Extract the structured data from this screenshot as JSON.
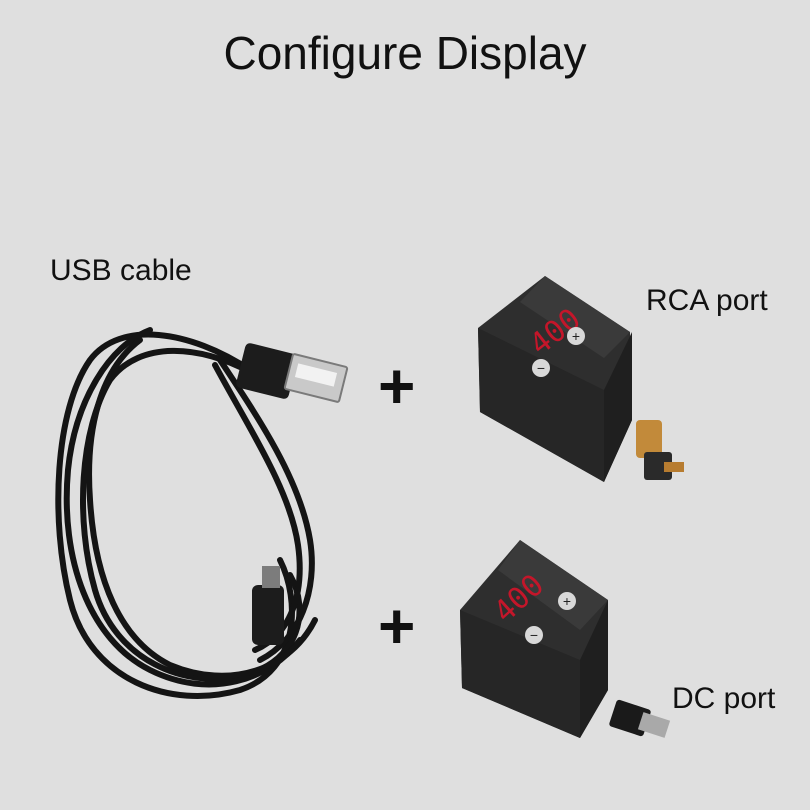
{
  "title": "Configure Display",
  "labels": {
    "usb_cable": "USB cable",
    "rca_port": "RCA port",
    "dc_port": "DC port"
  },
  "plus_sign": "+",
  "devices": {
    "rca": {
      "display_value": "400",
      "plus_button": "+",
      "minus_button": "−"
    },
    "dc": {
      "display_value": "400",
      "plus_button": "+",
      "minus_button": "−"
    }
  },
  "colors": {
    "background": "#dfdfdf",
    "device_body": "#2e2e2e",
    "led": "#c4162a",
    "cable": "#141414",
    "rca_connector": "#c28a3a"
  }
}
